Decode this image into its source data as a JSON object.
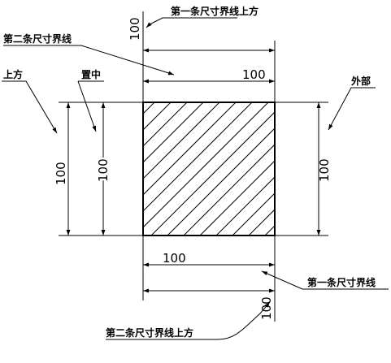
{
  "labels": {
    "top_first_line_above": "第一条尺寸界线上方",
    "top_second_line": "第二条尺寸界线",
    "left_above": "上方",
    "left_center": "置中",
    "right_outside": "外部",
    "bottom_first_line": "第一条尺寸界线",
    "bottom_second_line_above": "第二条尺寸界线上方"
  },
  "dimensions": {
    "top_vertical_text": "100",
    "top_horizontal_text": "100",
    "left_outer_text": "100",
    "left_inner_text": "100",
    "right_text": "100",
    "bottom_horizontal_text": "100",
    "bottom_vertical_text": "100"
  }
}
